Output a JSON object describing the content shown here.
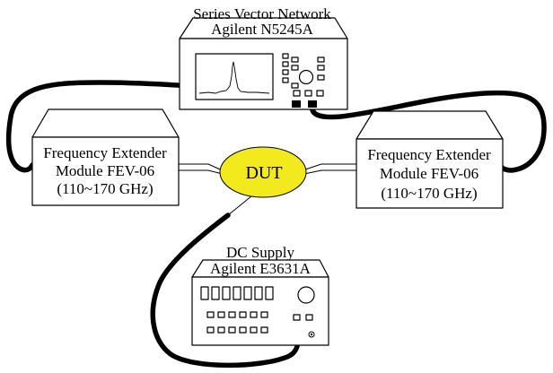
{
  "diagram": {
    "vna": {
      "line1": "Series Vector Network",
      "line2": "Agilent N5245A"
    },
    "left_extender": {
      "line1": "Frequency Extender",
      "line2": "Module FEV-06",
      "line3": "(110~170 GHz)"
    },
    "right_extender": {
      "line1": "Frequency Extender",
      "line2": "Module FEV-06",
      "line3": "(110~170 GHz)"
    },
    "dut": {
      "label": "DUT"
    },
    "dc_supply": {
      "line1": "DC Supply",
      "line2": "Agilent E3631A"
    }
  },
  "colors": {
    "dut_fill": "#f2ea1c",
    "cable": "#000000",
    "outline": "#000000",
    "background": "#ffffff"
  }
}
